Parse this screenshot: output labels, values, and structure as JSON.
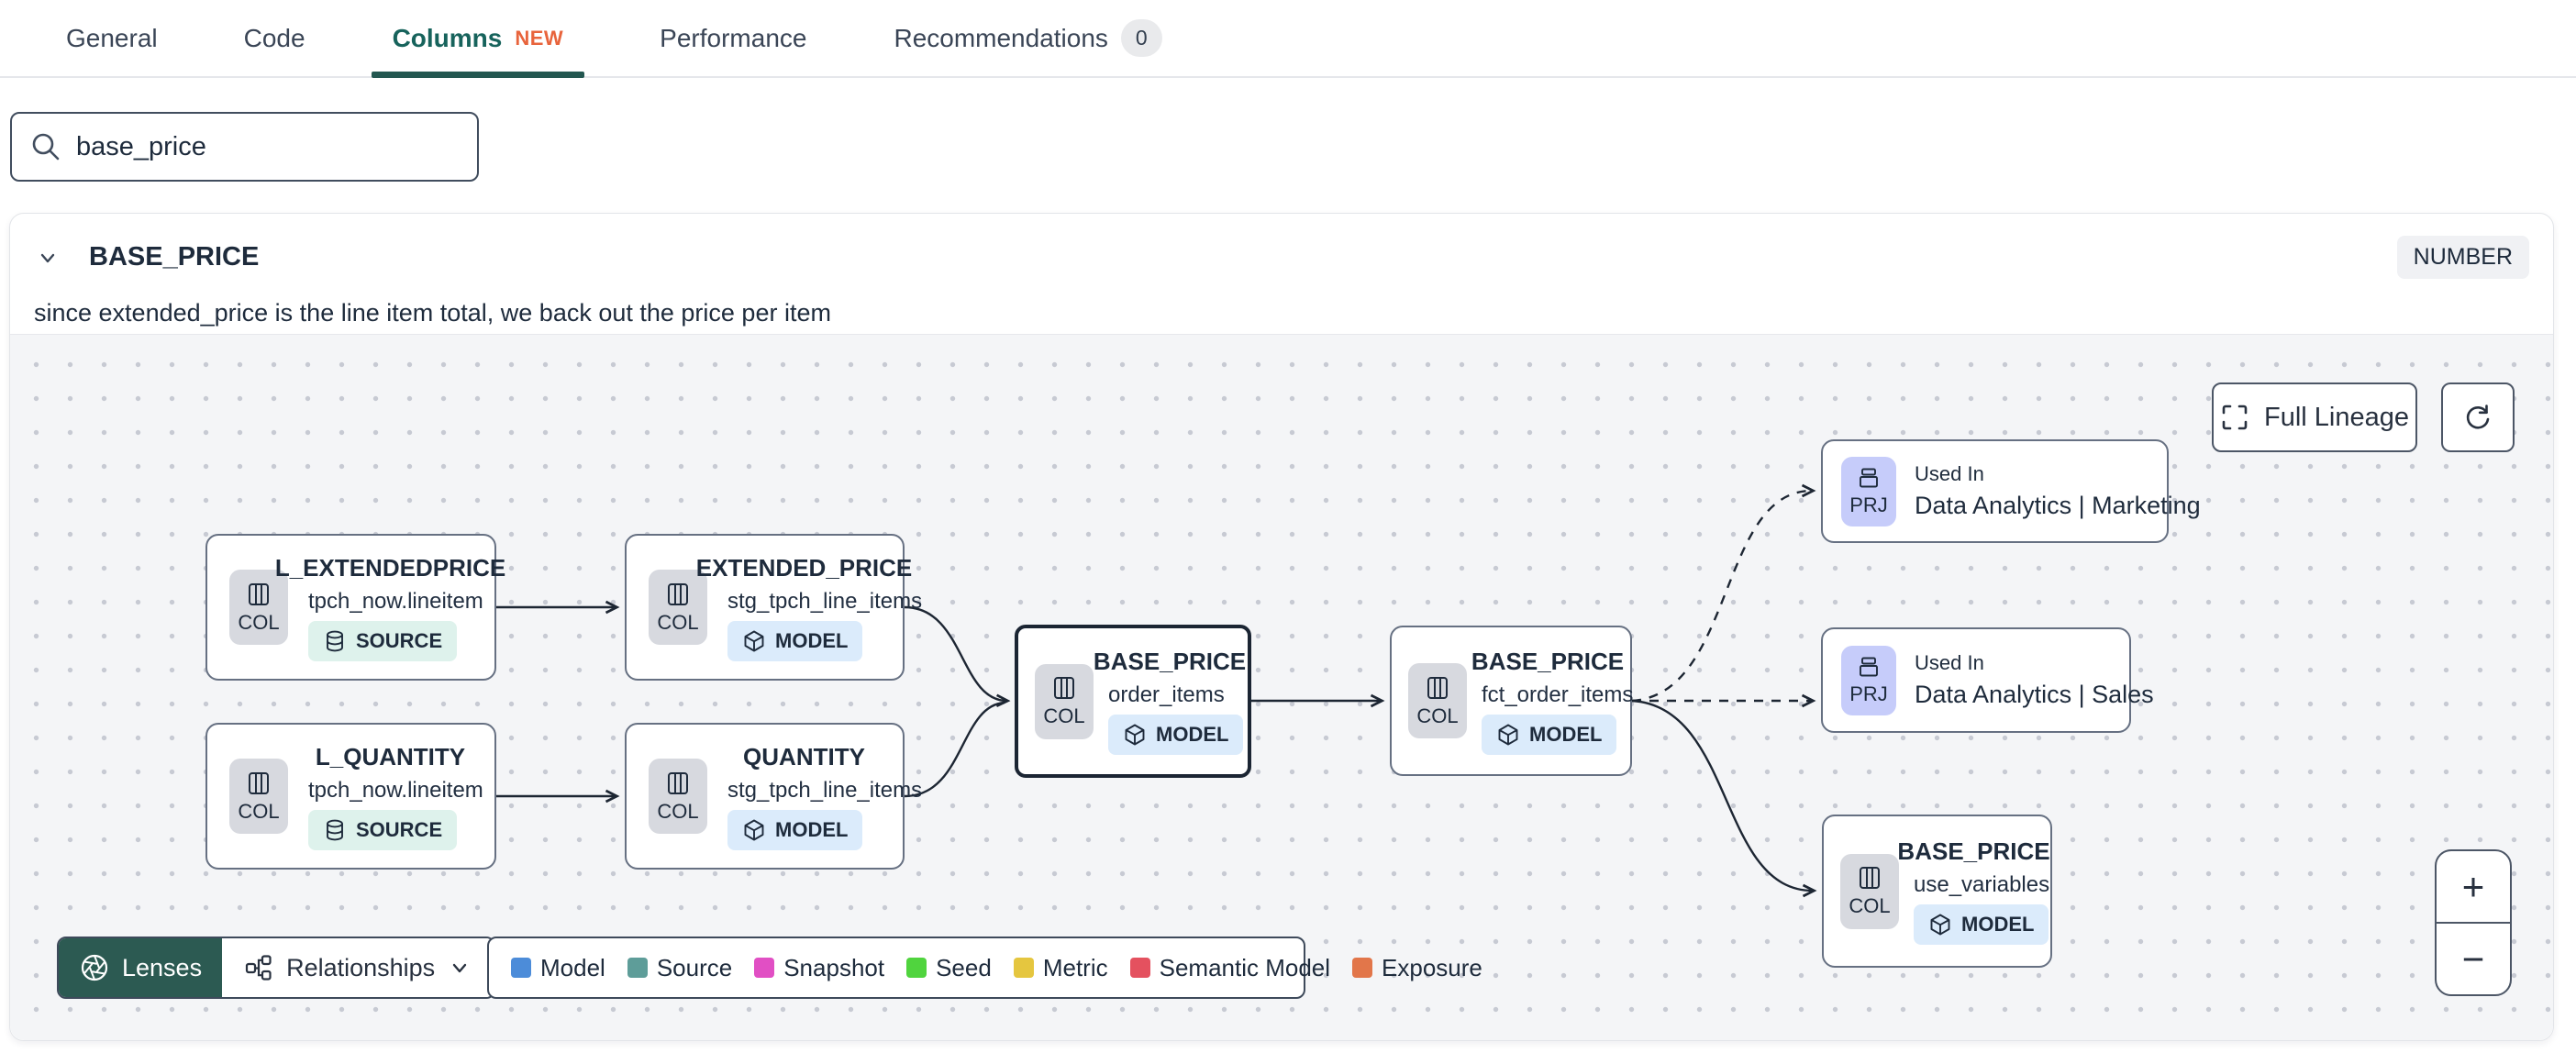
{
  "tabs": {
    "items": [
      {
        "label": "General"
      },
      {
        "label": "Code"
      },
      {
        "label": "Columns",
        "badge": "NEW",
        "active": true
      },
      {
        "label": "Performance"
      },
      {
        "label": "Recommendations",
        "count": "0"
      }
    ]
  },
  "search": {
    "value": "base_price",
    "placeholder": ""
  },
  "column_panel": {
    "name": "BASE_PRICE",
    "type_badge": "NUMBER",
    "description": "since extended_price is the line item total, we back out the price per item"
  },
  "lineage": {
    "controls": {
      "full_lineage_label": "Full Lineage",
      "zoom_in": "+",
      "zoom_out": "−"
    },
    "toolbar": {
      "lenses_label": "Lenses",
      "relationships_label": "Relationships"
    },
    "legend": {
      "items": [
        {
          "label": "Model",
          "color": "#4C8CD9"
        },
        {
          "label": "Source",
          "color": "#5E9D99"
        },
        {
          "label": "Snapshot",
          "color": "#E14FC4"
        },
        {
          "label": "Seed",
          "color": "#50D43E"
        },
        {
          "label": "Metric",
          "color": "#E5C63F"
        },
        {
          "label": "Semantic Model",
          "color": "#E4515F"
        },
        {
          "label": "Exposure",
          "color": "#E2764A"
        }
      ]
    },
    "nodes": [
      {
        "title": "L_EXTENDEDPRICE",
        "subtitle": "tpch_now.lineitem",
        "chip": "COL",
        "badge": "SOURCE"
      },
      {
        "title": "EXTENDED_PRICE",
        "subtitle": "stg_tpch_line_items",
        "chip": "COL",
        "badge": "MODEL"
      },
      {
        "title": "L_QUANTITY",
        "subtitle": "tpch_now.lineitem",
        "chip": "COL",
        "badge": "SOURCE"
      },
      {
        "title": "QUANTITY",
        "subtitle": "stg_tpch_line_items",
        "chip": "COL",
        "badge": "MODEL"
      },
      {
        "title": "BASE_PRICE",
        "subtitle": "order_items",
        "chip": "COL",
        "badge": "MODEL"
      },
      {
        "title": "BASE_PRICE",
        "subtitle": "fct_order_items",
        "chip": "COL",
        "badge": "MODEL"
      },
      {
        "title": "Used In",
        "name": "Data Analytics | Marketing",
        "chip": "PRJ"
      },
      {
        "title": "Used In",
        "name": "Data Analytics | Sales",
        "chip": "PRJ"
      },
      {
        "title": "BASE_PRICE",
        "subtitle": "use_variables",
        "chip": "COL",
        "badge": "MODEL"
      }
    ],
    "colors": {
      "active_tab": "#17635C",
      "tab_underline": "#235750",
      "new_badge": "#E8643C",
      "lenses_bg": "#2C5A52",
      "source_badge_bg": "#DEF2EC",
      "model_badge_bg": "#DBEBFB",
      "col_chip_bg": "#D7D9DF",
      "prj_chip_bg": "#C6CCFA",
      "edge": "#1D2633"
    }
  }
}
